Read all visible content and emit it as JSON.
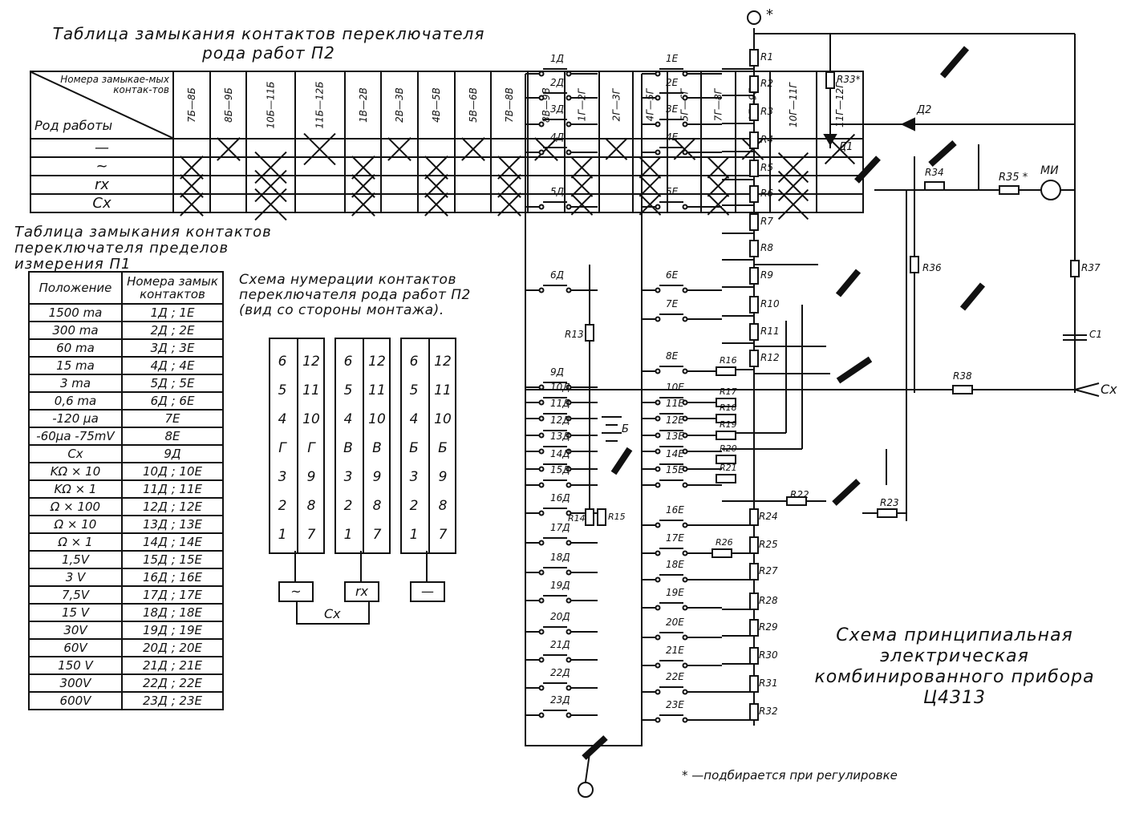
{
  "table1": {
    "title": "Таблица замыкания контактов переключателя рода работ П2",
    "header_top": "Номера замыкае-мых контак-тов",
    "header_bottom": "Род работы",
    "columns": [
      "7Б—8Б",
      "8Б—9Б",
      "10Б—11Б",
      "11Б—12Б",
      "1В—2В",
      "2В—3В",
      "4В—5В",
      "5В—6В",
      "7В—8В",
      "8В—9В",
      "1Г—2Г",
      "2Г—3Г",
      "4Г—5Г",
      "5Г—6Г",
      "7Г—8Г",
      "8Г—9Г",
      "10Г—11Г",
      "11Г—12Г"
    ],
    "rows": [
      {
        "mode": "—",
        "closed": [
          0,
          1,
          0,
          1,
          0,
          1,
          0,
          1,
          0,
          1,
          0,
          1,
          0,
          1,
          0,
          1,
          0,
          1
        ]
      },
      {
        "mode": "~",
        "closed": [
          1,
          0,
          1,
          0,
          1,
          0,
          1,
          0,
          1,
          0,
          1,
          0,
          1,
          0,
          1,
          0,
          1,
          0
        ]
      },
      {
        "mode": "rx",
        "closed": [
          1,
          0,
          1,
          0,
          1,
          0,
          1,
          0,
          1,
          0,
          1,
          0,
          1,
          0,
          1,
          0,
          1,
          0
        ]
      },
      {
        "mode": "Cx",
        "closed": [
          1,
          0,
          1,
          0,
          1,
          0,
          1,
          0,
          1,
          0,
          1,
          0,
          1,
          0,
          1,
          0,
          1,
          0
        ]
      }
    ]
  },
  "table2": {
    "title": "Таблица замыкания контактов переключателя пределов измерения П1",
    "col_position": "Положение",
    "col_numbers": "Номера замык контактов",
    "rows": [
      [
        "1500 ma",
        "1Д ; 1Е"
      ],
      [
        "300 ma",
        "2Д ; 2Е"
      ],
      [
        "60 ma",
        "3Д ; 3Е"
      ],
      [
        "15 ma",
        "4Д ; 4Е"
      ],
      [
        "3 ma",
        "5Д ; 5Е"
      ],
      [
        "0,6 ma",
        "6Д ; 6Е"
      ],
      [
        "-120 μa",
        "7Е"
      ],
      [
        "-60μa -75mV",
        "8Е"
      ],
      [
        "Cx",
        "9Д"
      ],
      [
        "KΩ × 10",
        "10Д ; 10Е"
      ],
      [
        "KΩ × 1",
        "11Д ; 11Е"
      ],
      [
        "Ω × 100",
        "12Д ; 12Е"
      ],
      [
        "Ω × 10",
        "13Д ; 13Е"
      ],
      [
        "Ω × 1",
        "14Д ; 14Е"
      ],
      [
        "1,5V",
        "15Д ; 15Е"
      ],
      [
        "3 V",
        "16Д ; 16Е"
      ],
      [
        "7,5V",
        "17Д ; 17Е"
      ],
      [
        "15 V",
        "18Д ; 18Е"
      ],
      [
        "30V",
        "19Д ; 19Е"
      ],
      [
        "60V",
        "20Д ; 20Е"
      ],
      [
        "150 V",
        "21Д ; 21Е"
      ],
      [
        "300V",
        "22Д ; 22Е"
      ],
      [
        "600V",
        "23Д ; 23Е"
      ]
    ]
  },
  "numbering": {
    "title": "Схема нумерации контактов переключателя рода работ П2 (вид со стороны монтажа).",
    "decks": [
      {
        "left": [
          "6",
          "5",
          "4",
          "Г",
          "3",
          "2",
          "1"
        ],
        "right": [
          "12",
          "11",
          "10",
          "Г",
          "9",
          "8",
          "7"
        ],
        "mode": "~"
      },
      {
        "left": [
          "6",
          "5",
          "4",
          "В",
          "3",
          "2",
          "1"
        ],
        "right": [
          "12",
          "11",
          "10",
          "В",
          "9",
          "8",
          "7"
        ],
        "mode": "rx"
      },
      {
        "left": [
          "6",
          "5",
          "4",
          "Б",
          "3",
          "2",
          "1"
        ],
        "right": [
          "12",
          "11",
          "10",
          "Б",
          "9",
          "8",
          "7"
        ],
        "mode": "—"
      }
    ],
    "cx_label": "Cx"
  },
  "schematic": {
    "d_contacts": [
      "1Д",
      "2Д",
      "3Д",
      "4Д",
      "5Д",
      "6Д",
      "9Д",
      "10Д",
      "11Д",
      "12Д",
      "13Д",
      "14Д",
      "15Д",
      "16Д",
      "17Д",
      "18Д",
      "19Д",
      "20Д",
      "21Д",
      "22Д",
      "23Д"
    ],
    "e_contacts": [
      "1Е",
      "2Е",
      "3Е",
      "4Е",
      "5Е",
      "6Е",
      "7Е",
      "8Е",
      "10Е",
      "11Е",
      "12Е",
      "13Е",
      "14Е",
      "15Е",
      "16Е",
      "17Е",
      "18Е",
      "19Е",
      "20Е",
      "21Е",
      "22Е",
      "23Е"
    ],
    "resistors_chain": [
      "R1",
      "R2",
      "R3",
      "R4",
      "R5",
      "R6",
      "R7",
      "R8",
      "R9",
      "R10",
      "R11",
      "R12"
    ],
    "resistors_lower": [
      "R24",
      "R25",
      "R27",
      "R28",
      "R29",
      "R30",
      "R31",
      "R32"
    ],
    "resistors_mid": [
      "R16",
      "R17",
      "R18",
      "R19",
      "R20",
      "R21",
      "R26"
    ],
    "labels": {
      "r13": "R13",
      "r14": "R14",
      "r15": "R15",
      "r22": "R22",
      "r23": "R23",
      "r33": "R33*",
      "r34": "R34",
      "r35": "R35 *",
      "r36": "R36",
      "r37": "R37",
      "r38": "R38",
      "d1": "Д1",
      "d2": "Д2",
      "mi": "МИ",
      "c1": "C1",
      "cx_out": "Cx",
      "battery": "Б",
      "star": "*"
    },
    "caption": "Схема принципиальная электрическая комбинированного прибора Ц4313",
    "note": "* —подбирается при регулировке"
  }
}
